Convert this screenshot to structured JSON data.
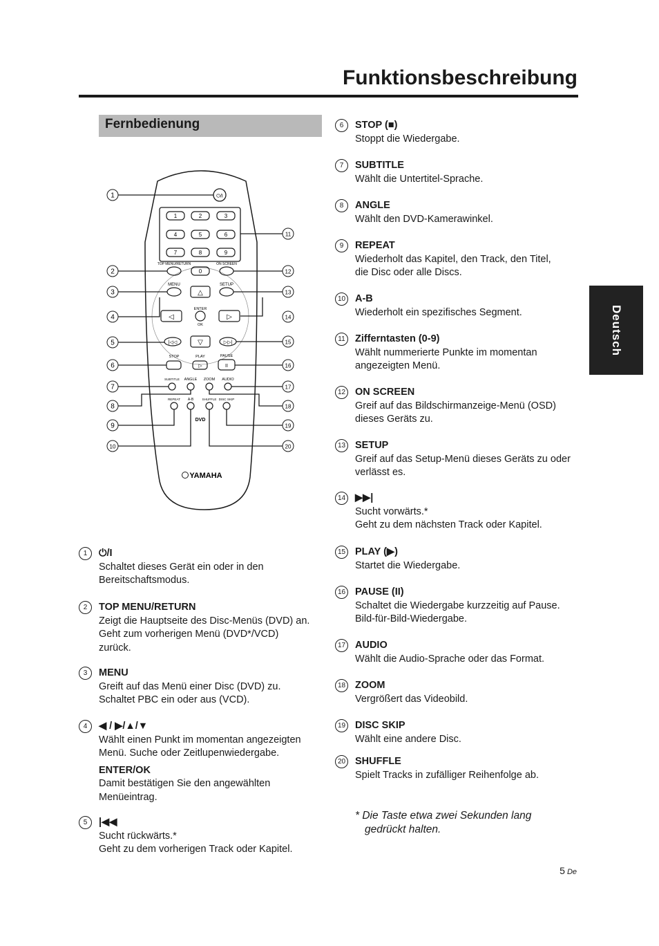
{
  "header": {
    "title": "Funktionsbeschreibung"
  },
  "section_title": "Fernbedienung",
  "side_tab": "Deutsch",
  "remote": {
    "keys": [
      "1",
      "2",
      "3",
      "4",
      "5",
      "6",
      "7",
      "8",
      "9",
      "0"
    ],
    "labels": {
      "top_menu_return": "TOP MENU/RETURN",
      "on_screen": "ON SCREEN",
      "menu": "MENU",
      "setup": "SETUP",
      "enter": "ENTER",
      "ok": "OK",
      "stop": "STOP",
      "play": "PLAY",
      "pause": "PAUSE",
      "subtitle": "SUBTITLE",
      "angle": "ANGLE",
      "zoom": "ZOOM",
      "audio": "AUDIO",
      "repeat": "REPEAT",
      "ab": "A-B",
      "shuffle": "SHUFFLE",
      "disc_skip": "DISC SKIP",
      "dvd": "DVD",
      "brand": "YAMAHA"
    },
    "callouts_left": [
      "1",
      "2",
      "3",
      "4",
      "5",
      "6",
      "7",
      "8",
      "9",
      "10"
    ],
    "callouts_right": [
      "11",
      "12",
      "13",
      "14",
      "15",
      "16",
      "17",
      "18",
      "19",
      "20"
    ]
  },
  "items": [
    {
      "num": "1",
      "head": "⏻/I",
      "lines": [
        "Schaltet dieses Gerät ein oder in den",
        "Bereitschaftsmodus."
      ]
    },
    {
      "num": "2",
      "head": "TOP MENU/RETURN",
      "lines": [
        "Zeigt die Hauptseite des Disc-Menüs (DVD) an.",
        "Geht zum vorherigen Menü (DVD*/VCD)",
        "zurück."
      ]
    },
    {
      "num": "3",
      "head": "MENU",
      "lines": [
        "Greift auf das Menü einer Disc (DVD) zu.",
        "Schaltet PBC ein oder aus (VCD)."
      ]
    },
    {
      "num": "4",
      "head": "◀ / ▶/▲/▼",
      "lines": [
        "Wählt einen Punkt im momentan angezeigten",
        "Menü. Suche oder Zeitlupenwiedergabe."
      ],
      "subhead": "ENTER/OK",
      "sublines": [
        "Damit bestätigen Sie den angewählten",
        "Menüeintrag."
      ]
    },
    {
      "num": "5",
      "head": "|◀◀",
      "lines": [
        "Sucht rückwärts.*",
        "Geht zu dem vorherigen Track oder Kapitel."
      ]
    },
    {
      "num": "6",
      "head": "STOP (■)",
      "lines": [
        "Stoppt die Wiedergabe."
      ]
    },
    {
      "num": "7",
      "head": "SUBTITLE",
      "lines": [
        "Wählt die Untertitel-Sprache."
      ]
    },
    {
      "num": "8",
      "head": "ANGLE",
      "lines": [
        "Wählt den DVD-Kamerawinkel."
      ]
    },
    {
      "num": "9",
      "head": "REPEAT",
      "lines": [
        "Wiederholt das Kapitel, den Track, den Titel,",
        "die Disc oder alle Discs."
      ]
    },
    {
      "num": "10",
      "head": "A-B",
      "lines": [
        "Wiederholt ein spezifisches Segment."
      ]
    },
    {
      "num": "11",
      "head": "Zifferntasten (0-9)",
      "lines": [
        "Wählt nummerierte Punkte im momentan",
        "angezeigten Menü."
      ]
    },
    {
      "num": "12",
      "head": "ON SCREEN",
      "lines": [
        "Greif auf das Bildschirmanzeige-Menü (OSD)",
        "dieses Geräts zu."
      ]
    },
    {
      "num": "13",
      "head": "SETUP",
      "lines": [
        "Greif auf das Setup-Menü dieses Geräts zu oder",
        "verlässt es."
      ]
    },
    {
      "num": "14",
      "head": "▶▶|",
      "lines": [
        "Sucht vorwärts.*",
        "Geht zu dem nächsten Track oder Kapitel."
      ]
    },
    {
      "num": "15",
      "head": "PLAY (▶)",
      "lines": [
        "Startet die Wiedergabe."
      ]
    },
    {
      "num": "16",
      "head": "PAUSE (II)",
      "lines": [
        "Schaltet die Wiedergabe kurzzeitig auf Pause.",
        "Bild-für-Bild-Wiedergabe."
      ]
    },
    {
      "num": "17",
      "head": "AUDIO",
      "lines": [
        "Wählt die Audio-Sprache oder das Format."
      ]
    },
    {
      "num": "18",
      "head": "ZOOM",
      "lines": [
        "Vergrößert das Videobild."
      ]
    },
    {
      "num": "19",
      "head": "DISC SKIP",
      "lines": [
        "Wählt eine andere Disc."
      ]
    },
    {
      "num": "20",
      "head": "SHUFFLE",
      "lines": [
        "Spielt Tracks in zufälliger Reihenfolge ab."
      ]
    }
  ],
  "note": {
    "line1": "* Die Taste etwa zwei Sekunden lang",
    "line2": "gedrückt halten."
  },
  "page": {
    "number": "5",
    "lang": "De"
  }
}
